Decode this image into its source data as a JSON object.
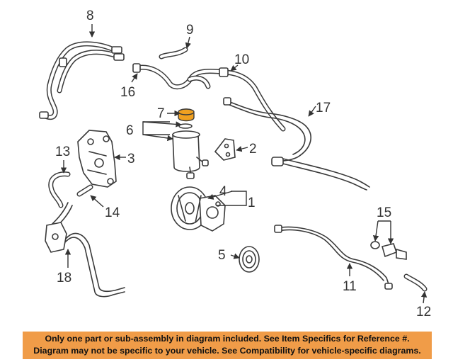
{
  "callouts": {
    "c1": "1",
    "c2": "2",
    "c3": "3",
    "c4": "4",
    "c5": "5",
    "c6": "6",
    "c7": "7",
    "c8": "8",
    "c9": "9",
    "c10": "10",
    "c11": "11",
    "c12": "12",
    "c13": "13",
    "c14": "14",
    "c15": "15",
    "c16": "16",
    "c17": "17",
    "c18": "18"
  },
  "colors": {
    "highlight": "#f0a020",
    "banner": "#f09c48"
  },
  "footer": {
    "line1": "Only one part or sub-assembly in diagram included. See Item Specifics for Reference #.",
    "line2": "Diagram may not be specific to your vehicle. See Compatibility for vehicle-specific diagrams."
  }
}
